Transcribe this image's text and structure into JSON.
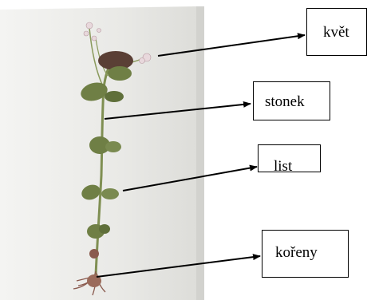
{
  "labels": {
    "flower": "květ",
    "stem": "stonek",
    "leaf": "list",
    "roots": "kořeny"
  },
  "colors": {
    "paper": "#ebebe9",
    "leaf": "#6f7f45",
    "leaf_dark": "#4e5c30",
    "stem": "#7f8f52",
    "root": "#8a5a4e",
    "arrow": "#000000"
  }
}
